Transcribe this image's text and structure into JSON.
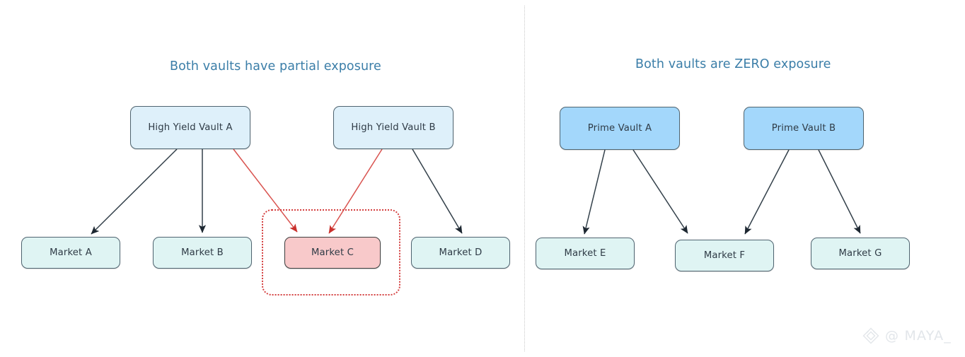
{
  "panels": [
    {
      "id": "left",
      "title": "Both vaults have partial exposure",
      "title_color": "#3b7ea8"
    },
    {
      "id": "right",
      "title": "Both vaults are ZERO exposure",
      "title_color": "#3b7ea8"
    }
  ],
  "nodes": {
    "vault_a": "High Yield Vault A",
    "vault_b": "High Yield Vault B",
    "market_a": "Market A",
    "market_b": "Market B",
    "market_c": "Market C",
    "market_d": "Market D",
    "prime_a": "Prime Vault A",
    "prime_b": "Prime Vault B",
    "market_e": "Market E",
    "market_f": "Market F",
    "market_g": "Market G"
  },
  "colors": {
    "vault_high_yield_fill": "#def0fa",
    "vault_prime_fill": "#a3d7fb",
    "market_fill": "#dff4f3",
    "market_risk_fill": "#f8c9ca",
    "node_stroke": "#4f6470",
    "edge_normal": "#33404a",
    "edge_risk": "#d9534f",
    "highlight_border": "#d43f3f",
    "divider": "#c9c9c9",
    "title": "#3b7ea8",
    "watermark": "#e2e6ea"
  },
  "edges": [
    {
      "from": "vault_a",
      "to": "market_a",
      "style": "solid",
      "color": "#33404a"
    },
    {
      "from": "vault_a",
      "to": "market_b",
      "style": "solid",
      "color": "#33404a"
    },
    {
      "from": "vault_a",
      "to": "market_c",
      "style": "solid",
      "color": "#d9534f"
    },
    {
      "from": "vault_b",
      "to": "market_c",
      "style": "solid",
      "color": "#d9534f"
    },
    {
      "from": "vault_b",
      "to": "market_d",
      "style": "solid",
      "color": "#33404a"
    },
    {
      "from": "prime_a",
      "to": "market_e",
      "style": "solid",
      "color": "#33404a"
    },
    {
      "from": "prime_a",
      "to": "market_f",
      "style": "solid",
      "color": "#33404a"
    },
    {
      "from": "prime_b",
      "to": "market_f",
      "style": "solid",
      "color": "#33404a"
    },
    {
      "from": "prime_b",
      "to": "market_g",
      "style": "solid",
      "color": "#33404a"
    }
  ],
  "highlight": {
    "label": "shared-exposure-region",
    "target": "market_c"
  },
  "watermark": {
    "handle": "@ MAYA_",
    "logo": "diamond-logo-icon"
  }
}
